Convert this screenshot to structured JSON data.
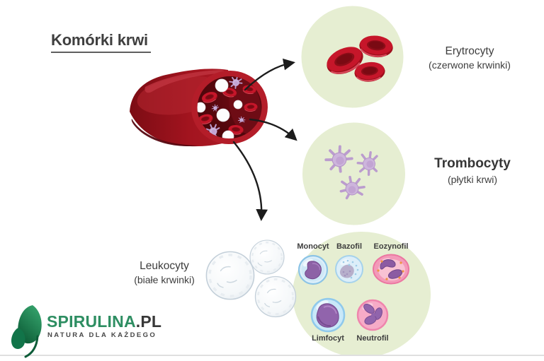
{
  "title": "Komórki krwi",
  "cells": {
    "erythrocytes": {
      "label": "Erytrocyty",
      "sublabel": "(czerwone krwinki)"
    },
    "thrombocytes": {
      "label": "Trombocyty",
      "sublabel": "(płytki krwi)"
    },
    "leukocytes": {
      "label": "Leukocyty",
      "sublabel": "(białe krwinki)"
    },
    "types": {
      "monocyte": "Monocyt",
      "basophil": "Bazofil",
      "eosinophil": "Eozynofil",
      "lymphocyte": "Limfocyt",
      "neutrophil": "Neutrofil"
    }
  },
  "logo": {
    "brand": "SPIRULINA",
    "tld": ".PL",
    "tagline": "NATURA DLA KAŻDEGO"
  },
  "colors": {
    "circle_bg": "#e6eed2",
    "rbc_red": "#c6162a",
    "vessel_red": "#a3141f",
    "platelet_purple": "#cdb5dc",
    "cell_blue": "#ddeffa",
    "cell_pink": "#f39ab9",
    "nucleus_purple": "#8d62a6",
    "logo_green": "#2e8e62",
    "text": "#3d3d3d",
    "arrow": "#1c1c1c",
    "divider": "#dfdfdf"
  }
}
